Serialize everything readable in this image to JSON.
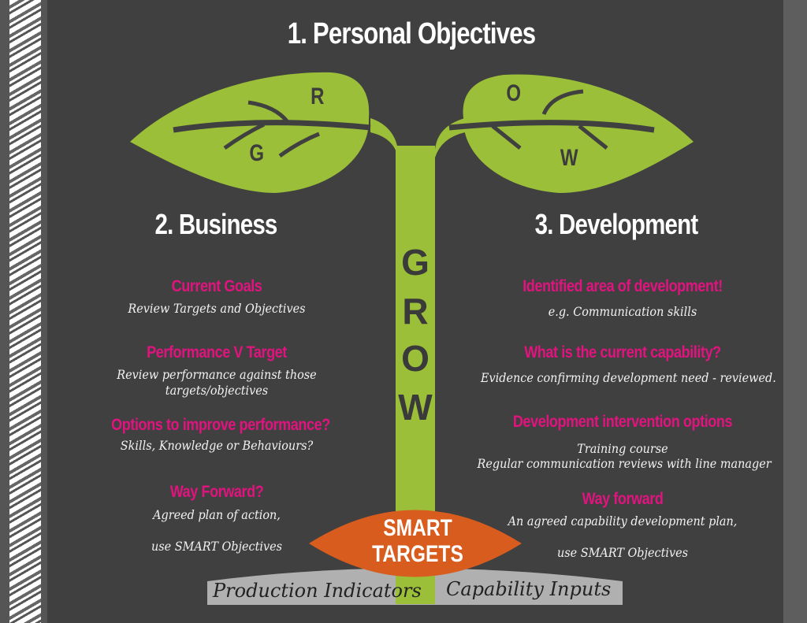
{
  "title": "1. Personal Objectives",
  "leaf_letters": {
    "g": "G",
    "r": "R",
    "o": "O",
    "w": "W"
  },
  "stem_letters": [
    "G",
    "R",
    "O",
    "W"
  ],
  "business": {
    "heading": "2. Business",
    "items": [
      {
        "title": "Current Goals",
        "lines": [
          "Review Targets and Objectives"
        ]
      },
      {
        "title": "Performance V  Target",
        "lines": [
          "Review performance against those",
          "targets/objectives"
        ]
      },
      {
        "title": "Options to improve performance?",
        "lines": [
          "Skills, Knowledge or Behaviours?"
        ]
      },
      {
        "title": "Way Forward?",
        "lines": [
          "Agreed plan of action,",
          "use SMART Objectives"
        ]
      }
    ]
  },
  "development": {
    "heading": "3. Development",
    "items": [
      {
        "title": "Identified area of development!",
        "lines": [
          "e.g. Communication skills"
        ]
      },
      {
        "title": "What is the current capability?",
        "lines": [
          "Evidence confirming development need - reviewed."
        ]
      },
      {
        "title": "Development intervention options",
        "lines": [
          "Training course",
          "Regular communication reviews with line manager"
        ]
      },
      {
        "title": "Way forward",
        "lines": [
          "An agreed capability development plan,",
          "use SMART Objectives"
        ]
      }
    ]
  },
  "smart": {
    "line1": "SMART",
    "line2": "TARGETS"
  },
  "base": {
    "left": "Production Indicators",
    "right": "Capability Inputs"
  },
  "colors": {
    "background": "#404040",
    "leaf": "#9bbf38",
    "heading_pink": "#e0137f",
    "smart_orange": "#d85c1e",
    "ground": "#b0b0b0"
  }
}
